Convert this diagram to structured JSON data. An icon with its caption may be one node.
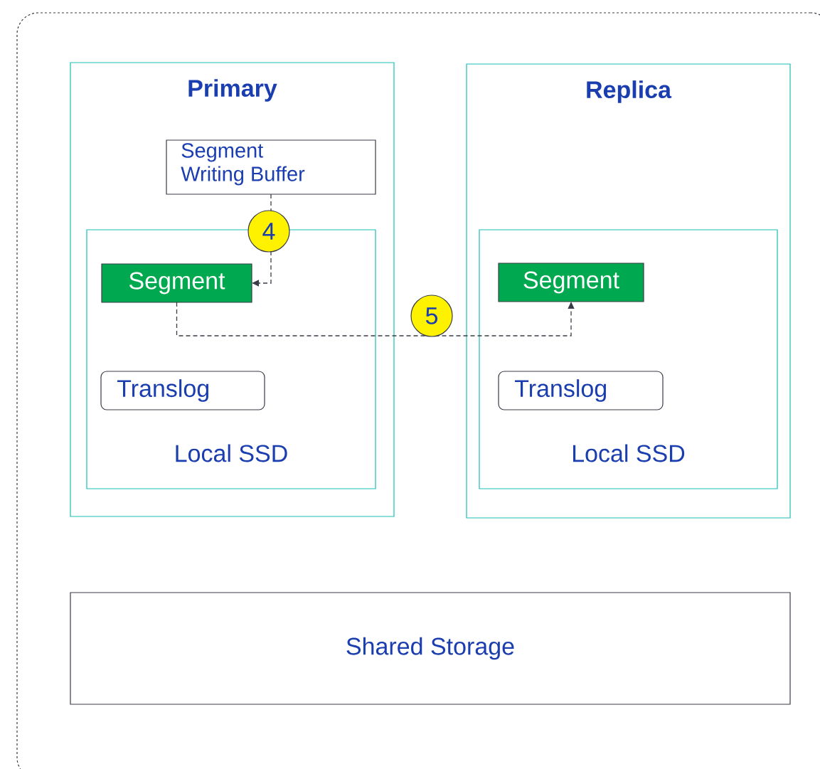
{
  "diagram": {
    "nodes": [
      {
        "text": [],
        "shape": "box"
      },
      {
        "text": [
          "Primary"
        ],
        "in": 0
      },
      {
        "text": [
          "Segment Writing Buffer"
        ],
        "in": 1
      },
      {
        "text": [
          "Local SSD"
        ],
        "in": 1
      },
      {
        "text": [
          "Segment"
        ],
        "in": 3
      },
      {
        "text": [
          "Translog"
        ],
        "in": 3
      },
      {
        "text": [
          "Replica"
        ],
        "in": 0
      },
      {
        "text": [
          "Local SSD"
        ],
        "in": 6
      },
      {
        "text": [
          "Segment"
        ],
        "in": 7
      },
      {
        "text": [
          "Translog"
        ],
        "in": 7
      },
      {
        "text": [
          "Shared Storage"
        ],
        "in": 0
      }
    ],
    "edges": [
      {
        "from": 2,
        "to": 4,
        "arrow": "to",
        "label": "4",
        "style": "dashed"
      },
      {
        "from": 4,
        "to": 8,
        "arrow": "to",
        "label": "5",
        "style": "dashed"
      }
    ]
  }
}
